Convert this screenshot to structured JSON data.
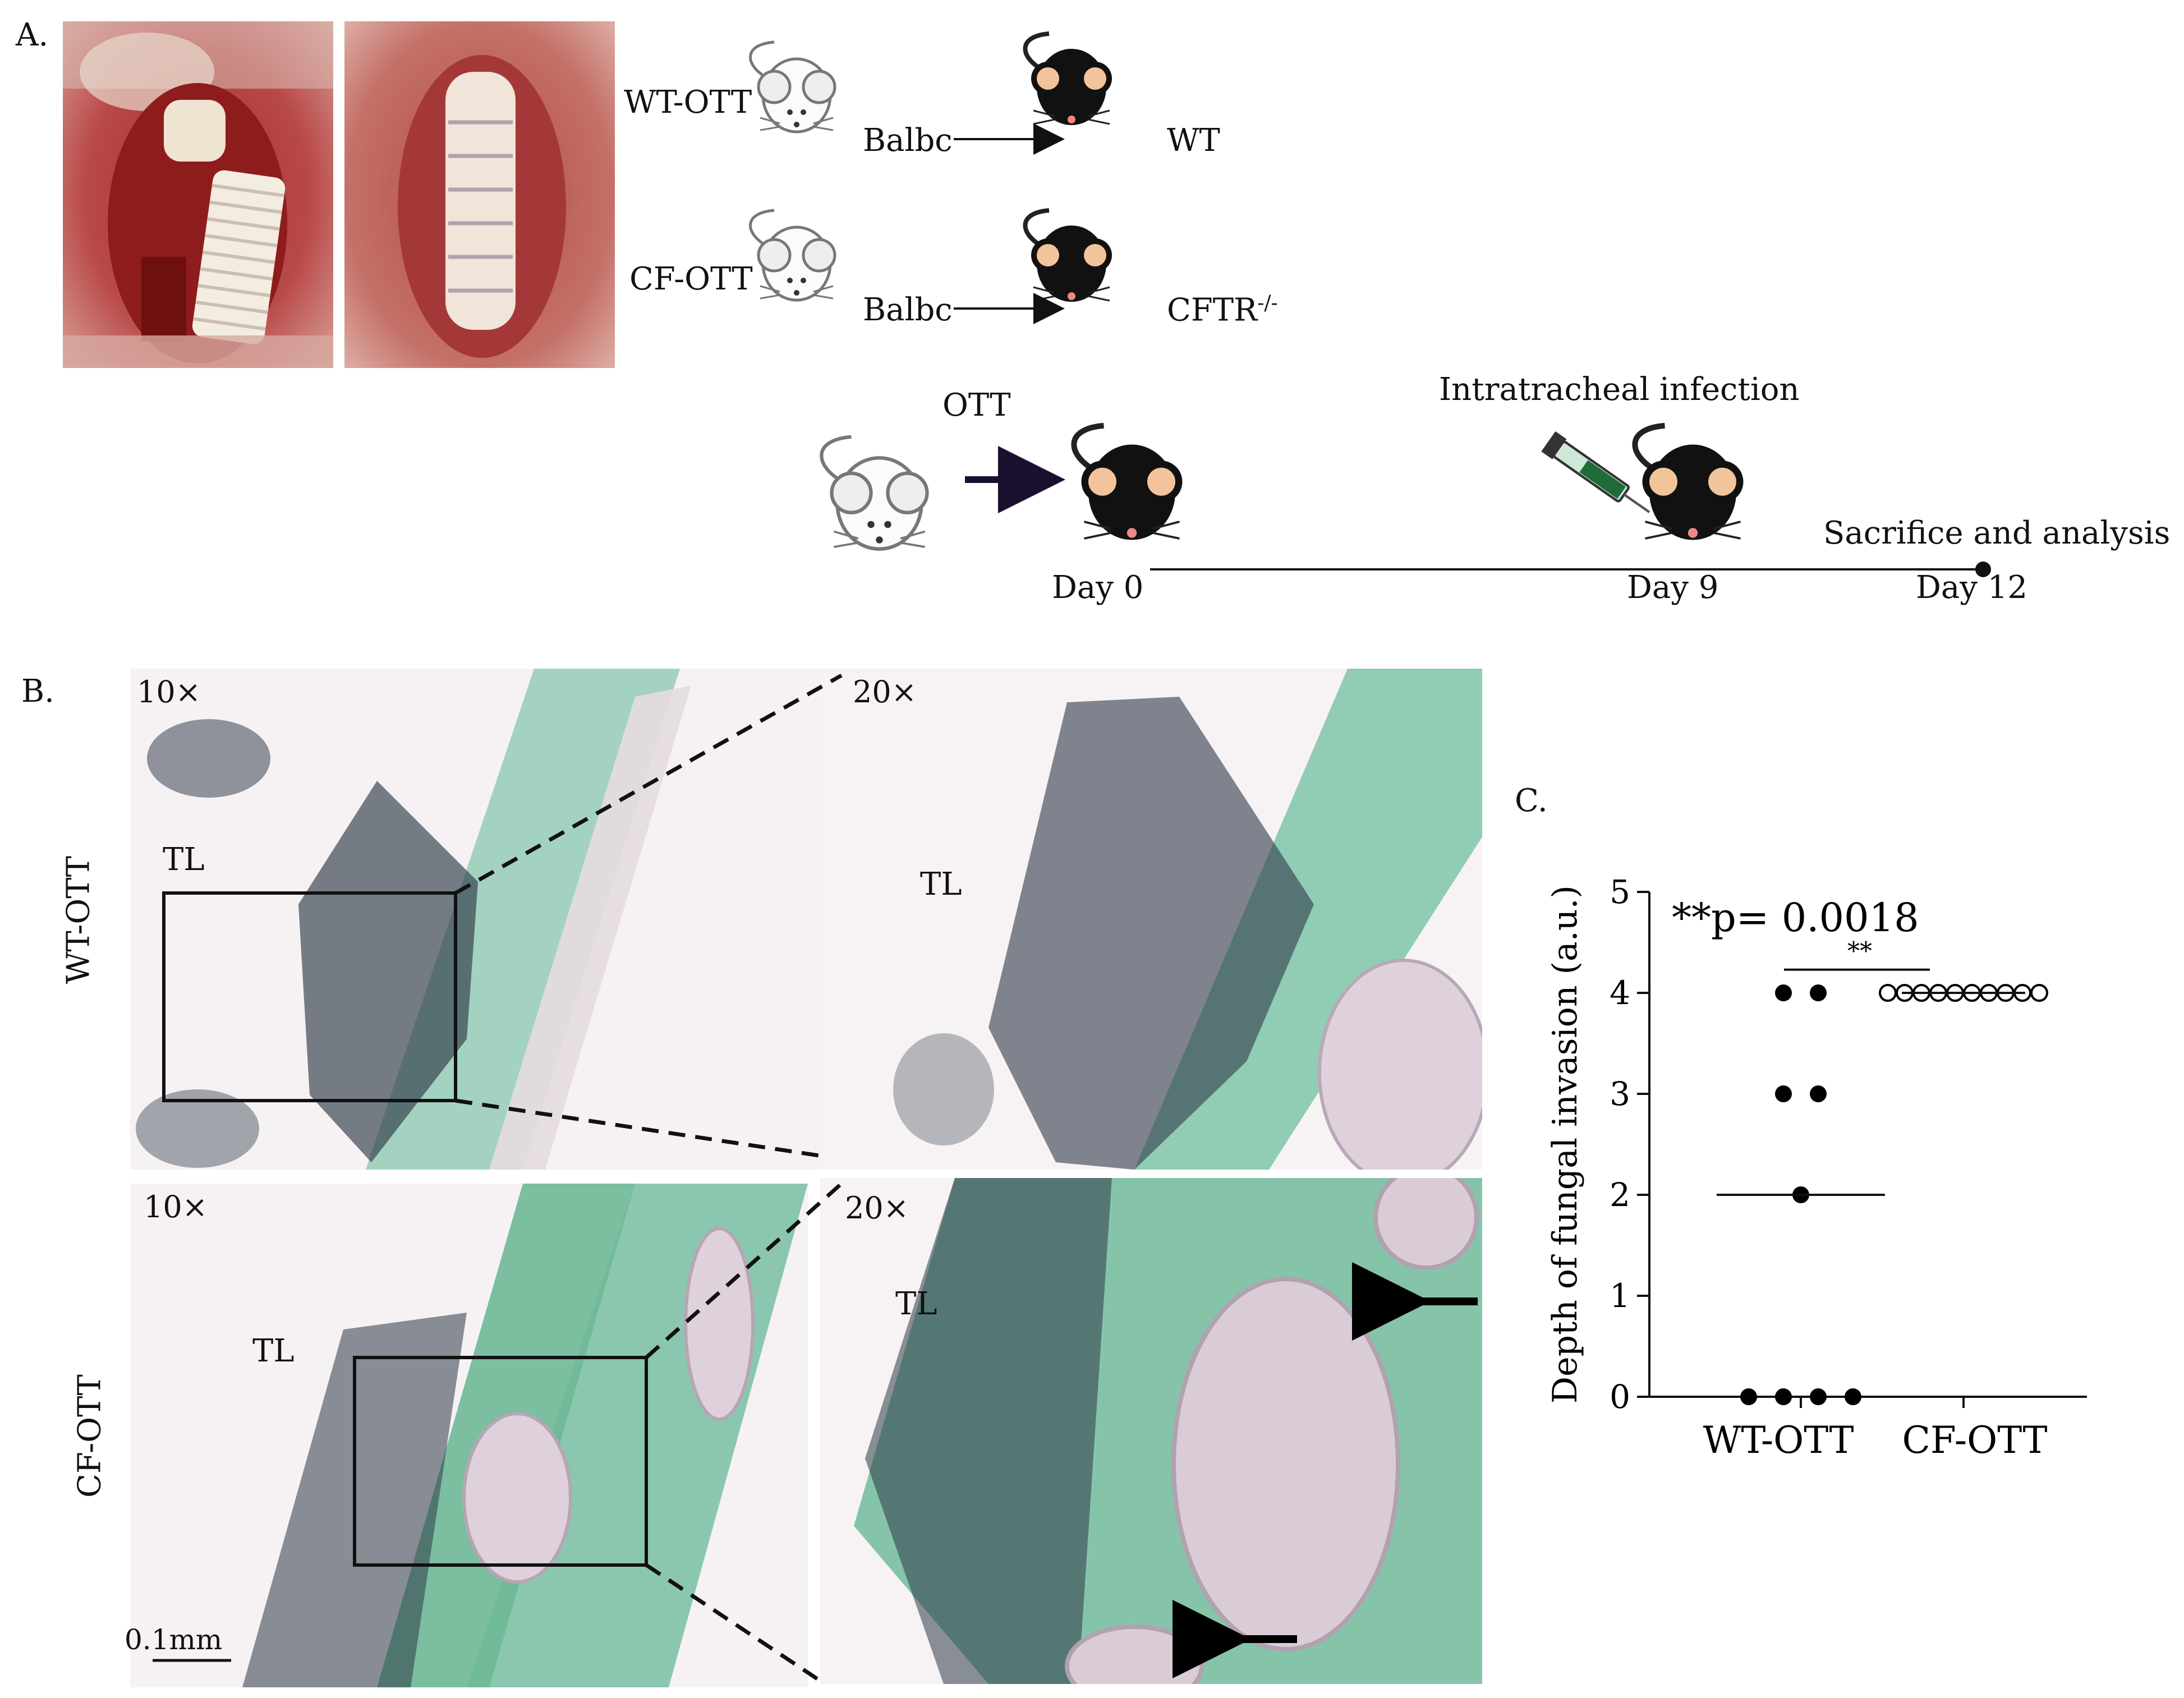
{
  "panels": {
    "a": "A.",
    "b": "B.",
    "c": "C."
  },
  "panel_a": {
    "models": [
      {
        "name": "WT-OTT",
        "donor": "Balbc",
        "recipient": "WT"
      },
      {
        "name": "CF-OTT",
        "donor": "Balbc",
        "recipient": "CFTR",
        "recipient_sup": "-/-"
      }
    ],
    "procedure": "OTT",
    "infection": "Intratracheal infection",
    "endpoint": "Sacrifice and analysis",
    "days": [
      "Day 0",
      "Day 9",
      "Day 12"
    ]
  },
  "panel_b": {
    "rows": [
      "WT-OTT",
      "CF-OTT"
    ],
    "mag_low": "10×",
    "mag_high": "20×",
    "lumen": "TL",
    "scale": "0.1mm"
  },
  "chart_data": {
    "type": "scatter",
    "ylabel": "Depth of fungal invasion (a.u.)",
    "categories": [
      "WT-OTT",
      "CF-OTT"
    ],
    "ylim": [
      0,
      5
    ],
    "yticks": [
      0,
      1,
      2,
      3,
      4,
      5
    ],
    "series": [
      {
        "category": "WT-OTT",
        "values": [
          4,
          4,
          3,
          3,
          2,
          0,
          0,
          0,
          0
        ],
        "median": 2
      },
      {
        "category": "CF-OTT",
        "values": [
          4,
          4,
          4,
          4,
          4,
          4,
          4,
          4,
          4,
          4
        ],
        "median": 4
      }
    ],
    "annotation": "**p= 0.0018",
    "significance": "**",
    "colors": {
      "points": "#000000",
      "cf_points": "#ffffff"
    }
  }
}
